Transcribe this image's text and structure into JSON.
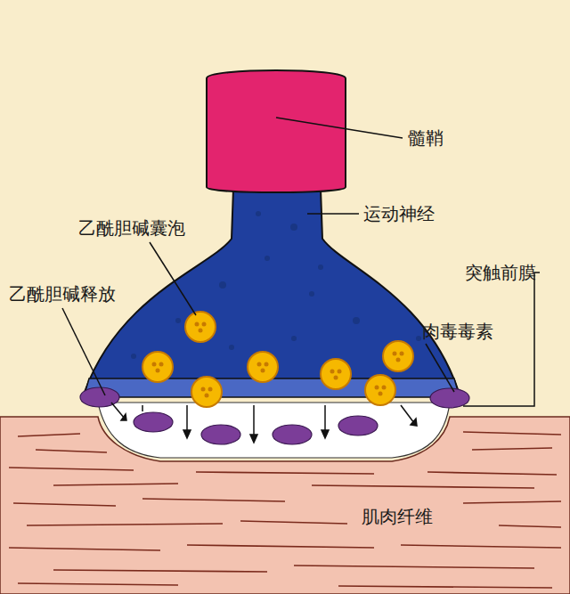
{
  "diagram": {
    "labels": [
      "髓鞘",
      "运动神经",
      "乙酰胆碱囊泡",
      "突触前膜",
      "乙酰胆碱释放",
      "肉毒毒素",
      "肌肉纤维"
    ]
  }
}
